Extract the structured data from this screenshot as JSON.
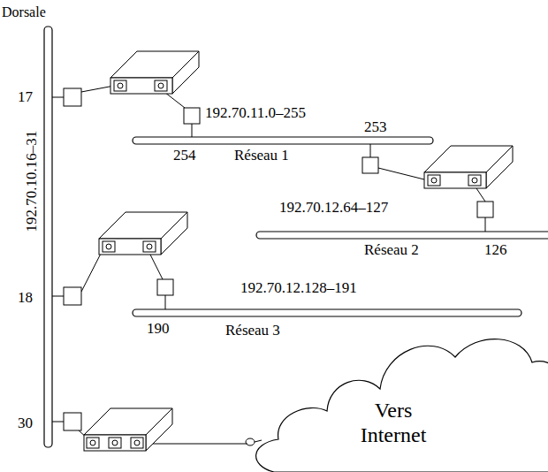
{
  "diagram": {
    "nodes": [
      {
        "text": [
          "Vers Internet"
        ]
      }
    ],
    "labels": [
      "Dorsale",
      "17",
      "192.70.10.16–31",
      "18",
      "30",
      "192.70.11.0–255",
      "253",
      "254",
      "Réseau 1",
      "192.70.12.64–127",
      "Réseau 2",
      "126",
      "192.70.12.128–191",
      "190",
      "Réseau 3"
    ]
  }
}
